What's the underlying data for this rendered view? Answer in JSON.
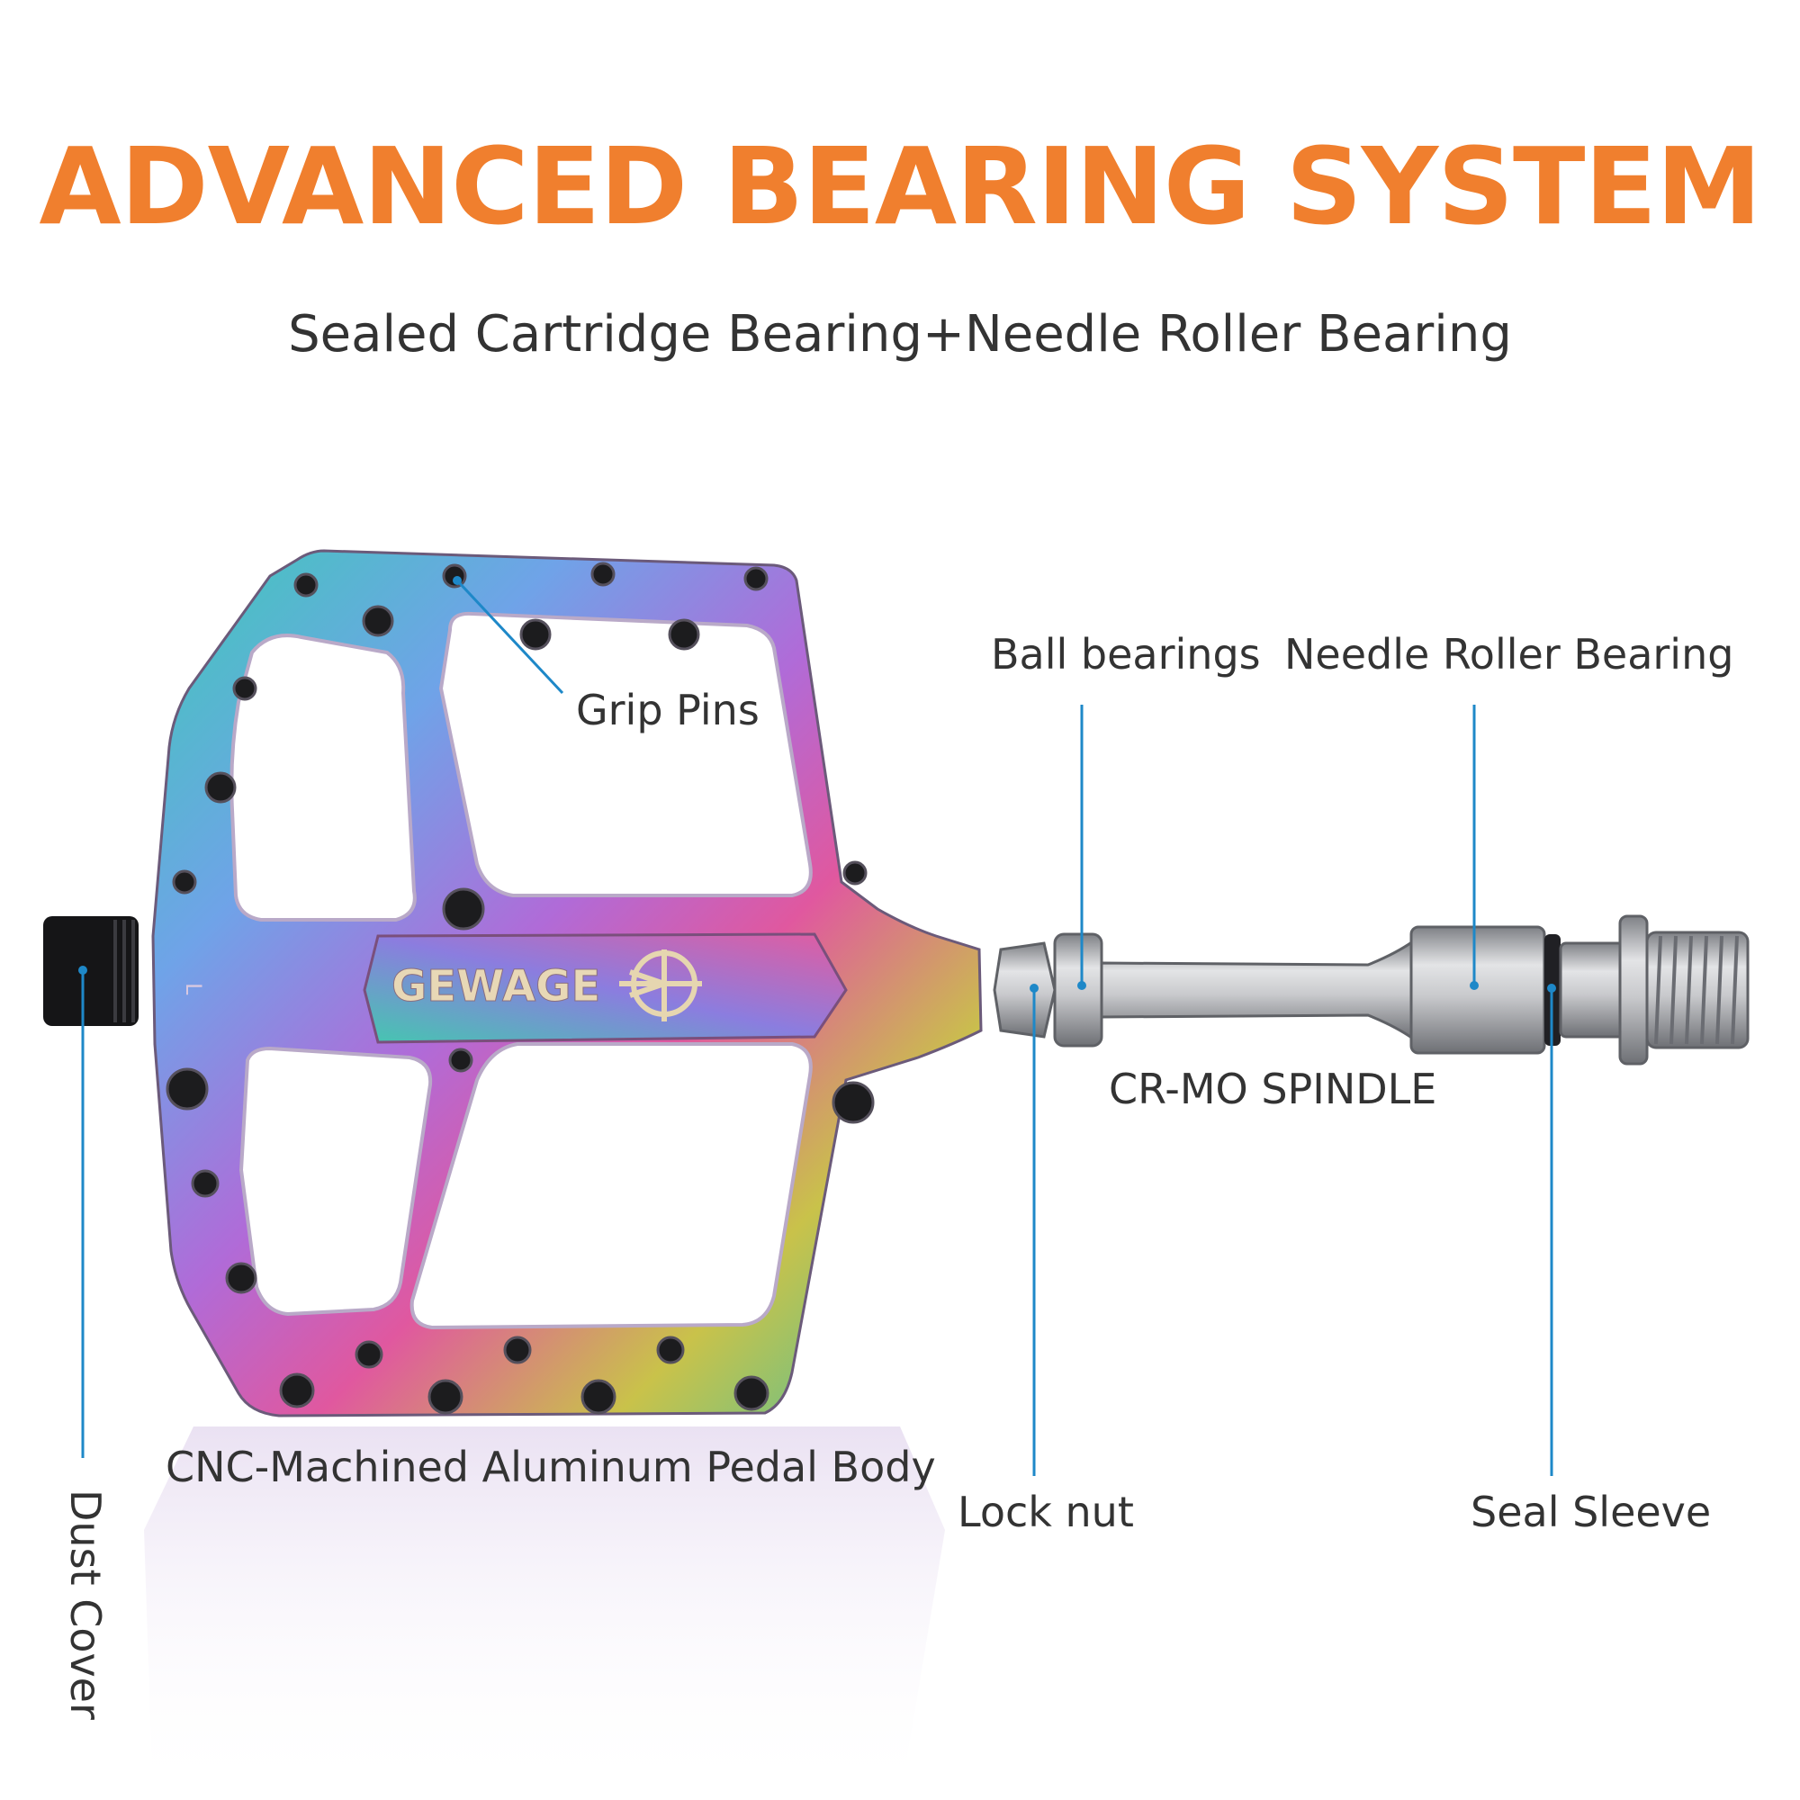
{
  "header": {
    "title": "ADVANCED BEARING SYSTEM",
    "subtitle": "Sealed Cartridge Bearing+Needle Roller Bearing"
  },
  "pedal": {
    "brand": "GEWAGE",
    "side_mark": "L"
  },
  "callouts": {
    "grip_pins": "Grip Pins",
    "ball_bearings": "Ball bearings",
    "needle_roller_bearing": "Needle Roller Bearing",
    "spindle": "CR-MO SPINDLE",
    "pedal_body": "CNC-Machined Aluminum Pedal Body",
    "lock_nut": "Lock nut",
    "seal_sleeve": "Seal Sleeve",
    "dust_cover": "Dust Cover"
  },
  "colors": {
    "title": "#F07F2E",
    "leader_line": "#1E88C8",
    "text": "#333333"
  }
}
